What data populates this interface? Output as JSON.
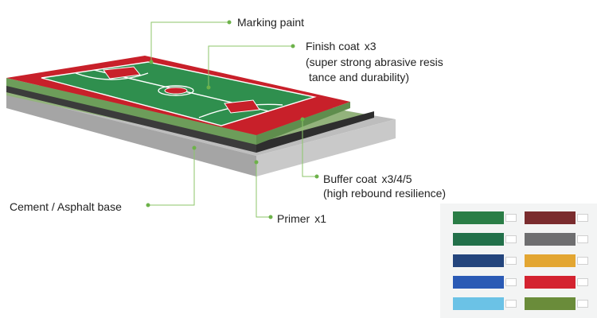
{
  "labels": {
    "marking_paint": "Marking paint",
    "finish_coat": "Finish coat",
    "finish_coat_qty": "x3",
    "finish_coat_desc_1": "(super strong abrasive resis",
    "finish_coat_desc_2": "tance and durability)",
    "buffer_coat": "Buffer coat",
    "buffer_coat_qty": "x3/4/5",
    "buffer_coat_desc": "(high rebound resilience)",
    "cement_base": "Cement / Asphalt base",
    "primer": "Primer",
    "primer_qty": "x1"
  },
  "colors": {
    "leader_line": "#7fc25a",
    "court_green": "#2f8f4e",
    "court_red": "#c8202a",
    "court_line": "#ffffff",
    "finish_layer": "#6a9a58",
    "buffer_layer": "#3a3a3a",
    "primer_layer": "#8fb078",
    "base_top": "#b8b8b8",
    "base_side": "#9e9e9e"
  },
  "swatches": [
    {
      "color": "#2a7d46"
    },
    {
      "color": "#7a2c2e"
    },
    {
      "color": "#22704a"
    },
    {
      "color": "#6e6e70"
    },
    {
      "color": "#24457d"
    },
    {
      "color": "#e3a632"
    },
    {
      "color": "#2a5ab5"
    },
    {
      "color": "#d42330"
    },
    {
      "color": "#6bc2e6"
    },
    {
      "color": "#6a8c3a"
    }
  ]
}
